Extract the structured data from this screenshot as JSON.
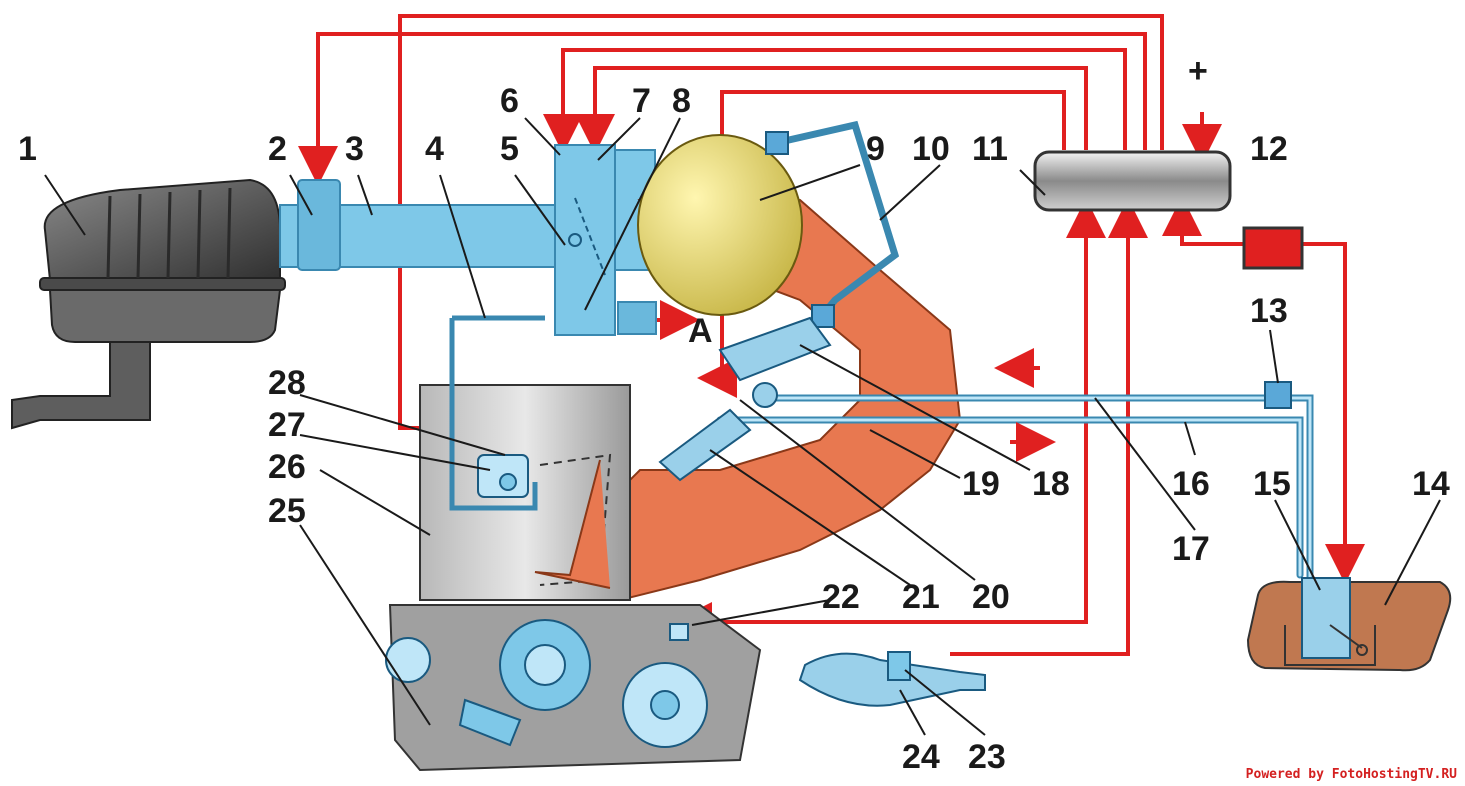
{
  "labels": {
    "n1": "1",
    "n2": "2",
    "n3": "3",
    "n4": "4",
    "n5": "5",
    "n6": "6",
    "n7": "7",
    "n8": "8",
    "n9": "9",
    "n10": "10",
    "n11": "11",
    "n12": "12",
    "n13": "13",
    "n14": "14",
    "n15": "15",
    "n16": "16",
    "n17": "17",
    "n18": "18",
    "n19": "19",
    "n20": "20",
    "n21": "21",
    "n22": "22",
    "n23": "23",
    "n24": "24",
    "n25": "25",
    "n26": "26",
    "n27": "27",
    "n28": "28",
    "plus": "+",
    "a": "A"
  },
  "watermark": "Powered by FotoHostingTV.RU",
  "colors": {
    "wire": "#e02020",
    "air_duct": "#7ec8e8",
    "fuel_line": "#5aa8d8",
    "engine": "#a8a8a8",
    "intake": "#e87850",
    "receiver": "#e8dc78",
    "filter": "#505050",
    "ecu": "#909090",
    "relay": "#e02020",
    "tank": "#c07850"
  }
}
